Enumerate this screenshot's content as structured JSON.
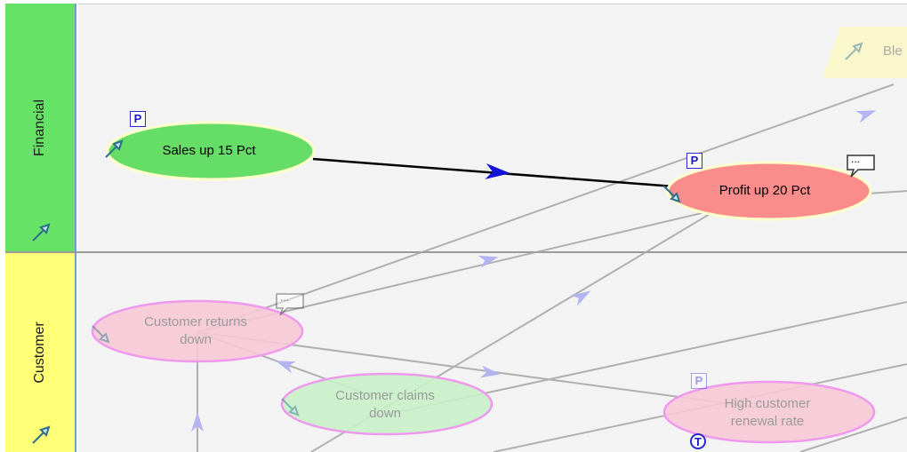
{
  "lanes": [
    {
      "name": "Financial",
      "color": "#66e266"
    },
    {
      "name": "Customer",
      "color": "#ffff77"
    }
  ],
  "nodes": {
    "sales": {
      "label": "Sales up 15 Pct",
      "fill": "#66dd66",
      "badge": "P"
    },
    "profit": {
      "label": "Profit up 20 Pct",
      "fill": "#fb8c8c",
      "badge": "P"
    },
    "returns": {
      "label": "Customer returns\ndown",
      "fill": "#f6c9d6"
    },
    "claims": {
      "label": "Customer claims\ndown",
      "fill": "#c9f1c9"
    },
    "renewal": {
      "label": "High customer\nrenewal rate",
      "fill": "#f6c9d6",
      "badge": "P",
      "badge2": "T"
    },
    "partial": {
      "label": "Ble",
      "fill": "#fbf7cc"
    }
  },
  "comment_glyph": "..."
}
